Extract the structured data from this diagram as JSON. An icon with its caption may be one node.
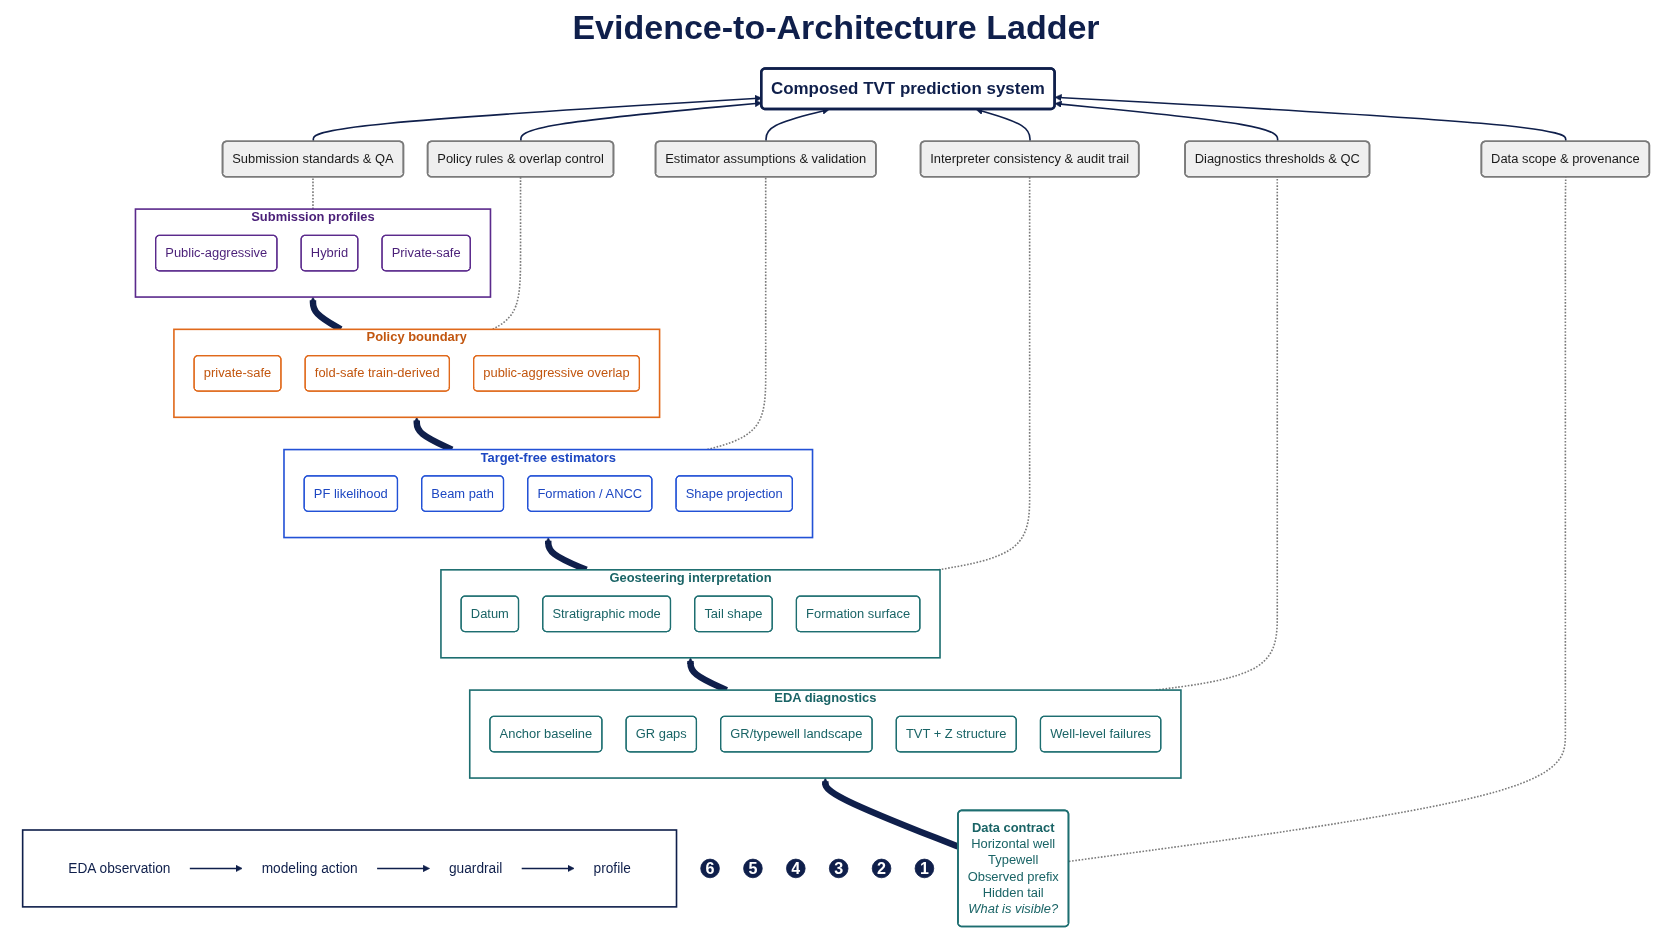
{
  "diagram": {
    "title": "Evidence-to-Architecture Ladder",
    "nodes": [
      {
        "text": [
          "6"
        ]
      },
      {
        "text": [
          "Submission profiles"
        ]
      },
      {
        "text": [
          "Public-aggressive"
        ],
        "in": 1
      },
      {
        "text": [
          "Hybrid"
        ],
        "in": 1
      },
      {
        "text": [
          "Private-safe"
        ],
        "in": 1
      },
      {
        "text": [
          "Submission standards & QA"
        ]
      },
      {
        "text": [
          "5"
        ]
      },
      {
        "text": [
          "Policy boundary"
        ]
      },
      {
        "text": [
          "private-safe"
        ],
        "in": 7
      },
      {
        "text": [
          "fold-safe train-derived"
        ],
        "in": 7
      },
      {
        "text": [
          "public-aggressive overlap"
        ],
        "in": 7
      },
      {
        "text": [
          "Policy rules & overlap control"
        ]
      },
      {
        "text": [
          "4"
        ]
      },
      {
        "text": [
          "Target-free estimators"
        ]
      },
      {
        "text": [
          "PF likelihood"
        ],
        "in": 13
      },
      {
        "text": [
          "Beam path"
        ],
        "in": 13
      },
      {
        "text": [
          "Formation / ANCC"
        ],
        "in": 13
      },
      {
        "text": [
          "Shape projection"
        ],
        "in": 13
      },
      {
        "text": [
          "Estimator assumptions & validation"
        ]
      },
      {
        "text": [
          "Composed TVT prediction system"
        ]
      },
      {
        "text": [
          "3"
        ]
      },
      {
        "text": [
          "Geosteering interpretation"
        ]
      },
      {
        "text": [
          "Datum"
        ],
        "in": 21
      },
      {
        "text": [
          "Stratigraphic mode"
        ],
        "in": 21
      },
      {
        "text": [
          "Tail shape"
        ],
        "in": 21
      },
      {
        "text": [
          "Formation surface"
        ],
        "in": 21
      },
      {
        "text": [
          "Interpreter consistency & audit trail"
        ]
      },
      {
        "text": [
          "2"
        ]
      },
      {
        "text": [
          "EDA diagnostics"
        ]
      },
      {
        "text": [
          "Anchor baseline"
        ],
        "in": 28
      },
      {
        "text": [
          "GR gaps"
        ],
        "in": 28
      },
      {
        "text": [
          "GR/typewell landscape"
        ],
        "in": 28
      },
      {
        "text": [
          "TVT + Z structure"
        ],
        "in": 28
      },
      {
        "text": [
          "Well-level failures"
        ],
        "in": 28
      },
      {
        "text": [
          "Diagnostics thresholds & QC"
        ]
      },
      {
        "text": [
          "1"
        ]
      },
      {
        "text": [
          "Data contract",
          "Horizontal well",
          "Typewell",
          "Observed prefix",
          "Hidden tail",
          "What is visible?"
        ]
      },
      {
        "text": [
          "Data scope & provenance"
        ]
      },
      {
        "text": [],
        "shape": "box"
      },
      {
        "text": [
          "EDA observation"
        ],
        "in": 38
      },
      {
        "text": [
          "modeling action"
        ],
        "in": 38
      },
      {
        "text": [
          "guardrail"
        ],
        "in": 38
      },
      {
        "text": [
          "profile"
        ],
        "in": 38
      }
    ],
    "edges": [
      {
        "from": 36,
        "to": 28,
        "arrow": "to",
        "style": "thick"
      },
      {
        "from": 28,
        "to": 21,
        "arrow": "to",
        "style": "thick"
      },
      {
        "from": 21,
        "to": 13,
        "arrow": "to",
        "style": "thick"
      },
      {
        "from": 13,
        "to": 7,
        "arrow": "to",
        "style": "thick"
      },
      {
        "from": 7,
        "to": 1,
        "arrow": "to",
        "style": "thick"
      },
      {
        "from": 1,
        "to": 5,
        "arrow": "none",
        "style": "dashed",
        "color": "#7a7a7a"
      },
      {
        "from": 7,
        "to": 11,
        "arrow": "none",
        "style": "dashed",
        "color": "#7a7a7a"
      },
      {
        "from": 13,
        "to": 18,
        "arrow": "none",
        "style": "dashed",
        "color": "#7a7a7a"
      },
      {
        "from": 21,
        "to": 26,
        "arrow": "none",
        "style": "dashed",
        "color": "#7a7a7a"
      },
      {
        "from": 28,
        "to": 34,
        "arrow": "none",
        "style": "dashed",
        "color": "#7a7a7a"
      },
      {
        "from": 36,
        "to": 37,
        "arrow": "none",
        "style": "dashed",
        "color": "#7a7a7a"
      },
      {
        "from": 5,
        "to": 19,
        "arrow": "to"
      },
      {
        "from": 11,
        "to": 19,
        "arrow": "to"
      },
      {
        "from": 18,
        "to": 19,
        "arrow": "to"
      },
      {
        "from": 26,
        "to": 19,
        "arrow": "to"
      },
      {
        "from": 34,
        "to": 19,
        "arrow": "to"
      },
      {
        "from": 37,
        "to": 19,
        "arrow": "to"
      },
      {
        "from": 39,
        "to": 40,
        "arrow": "to"
      },
      {
        "from": 40,
        "to": 41,
        "arrow": "to"
      },
      {
        "from": 41,
        "to": 42,
        "arrow": "to"
      }
    ]
  }
}
